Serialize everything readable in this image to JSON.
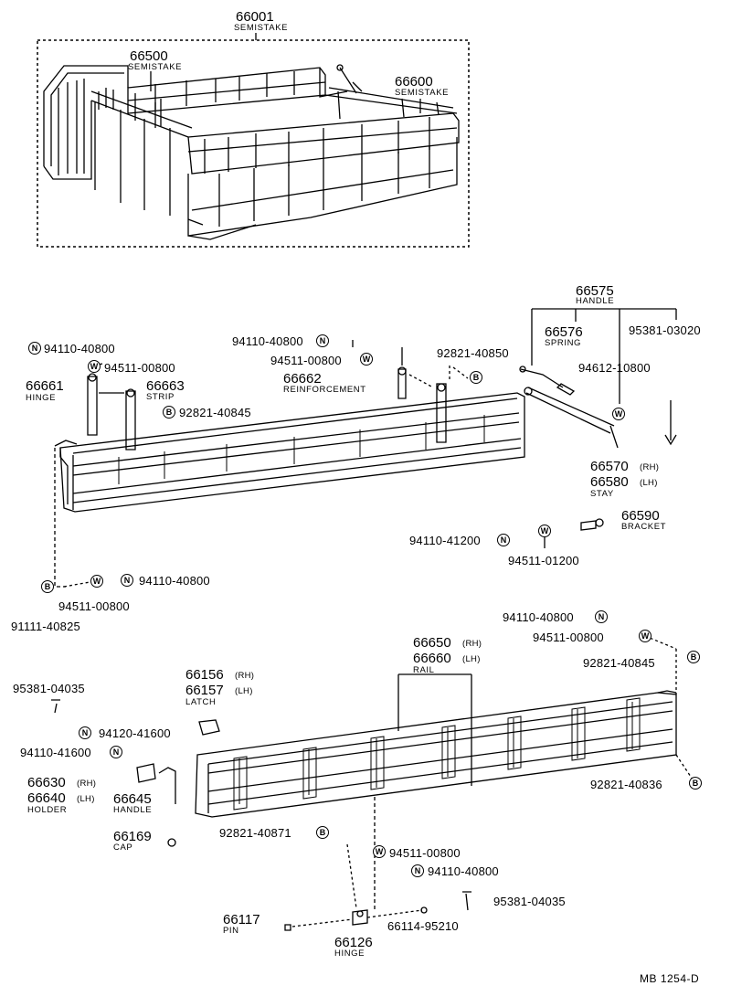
{
  "assembly": {
    "code": "66001",
    "name": "SEMISTAKE"
  },
  "sub_assemblies": [
    {
      "code": "66500",
      "name": "SEMISTAKE"
    },
    {
      "code": "66600",
      "name": "SEMISTAKE"
    }
  ],
  "symbols": {
    "nut": "N",
    "washer": "W",
    "bolt": "B"
  },
  "labels": {
    "handle_group": {
      "code": "66575",
      "name": "HANDLE"
    },
    "spring": {
      "code": "66576",
      "name": "SPRING"
    },
    "p95381_03020": "95381-03020",
    "p94612_10800": "94612-10800",
    "stay": {
      "rh": "66570",
      "lh": "66580",
      "rh_tag": "(RH)",
      "lh_tag": "(LH)",
      "name": "STAY"
    },
    "bracket": {
      "code": "66590",
      "name": "BRACKET"
    },
    "p94110_41200": "94110-41200",
    "p94511_01200": "94511-01200",
    "p94110_40800_a": "94110-40800",
    "p94511_00800_a": "94511-00800",
    "hinge_top": {
      "code": "66661",
      "name": "HINGE"
    },
    "strip": {
      "code": "66663",
      "name": "STRIP"
    },
    "p92821_40845_a": "92821-40845",
    "p94110_40800_b": "94110-40800",
    "p94511_00800_b": "94511-00800",
    "reinforcement": {
      "code": "66662",
      "name": "REINFORCEMENT"
    },
    "p92821_40850": "92821-40850",
    "p94511_00800_c": "94511-00800",
    "p94110_40800_c": "94110-40800",
    "p91111_40825": "91111-40825",
    "p94110_40800_d": "94110-40800",
    "p94511_00800_d": "94511-00800",
    "p92821_40845_b": "92821-40845",
    "rail": {
      "rh": "66650",
      "lh": "66660",
      "rh_tag": "(RH)",
      "lh_tag": "(LH)",
      "name": "RAIL"
    },
    "latch": {
      "rh": "66156",
      "lh": "66157",
      "rh_tag": "(RH)",
      "lh_tag": "(LH)",
      "name": "LATCH"
    },
    "p95381_04035_a": "95381-04035",
    "p94120_41600": "94120-41600",
    "p94110_41600": "94110-41600",
    "holder": {
      "rh": "66630",
      "lh": "66640",
      "rh_tag": "(RH)",
      "lh_tag": "(LH)",
      "name": "HOLDER"
    },
    "handle_low": {
      "code": "66645",
      "name": "HANDLE"
    },
    "cap": {
      "code": "66169",
      "name": "CAP"
    },
    "p92821_40871": "92821-40871",
    "p92821_40836": "92821-40836",
    "p94511_00800_e": "94511-00800",
    "p94110_40800_e": "94110-40800",
    "p95381_04035_b": "95381-04035",
    "pin": {
      "code": "66117",
      "name": "PIN"
    },
    "p66114_95210": "66114-95210",
    "hinge_low": {
      "code": "66126",
      "name": "HINGE"
    }
  },
  "reference": "MB  1254-D"
}
